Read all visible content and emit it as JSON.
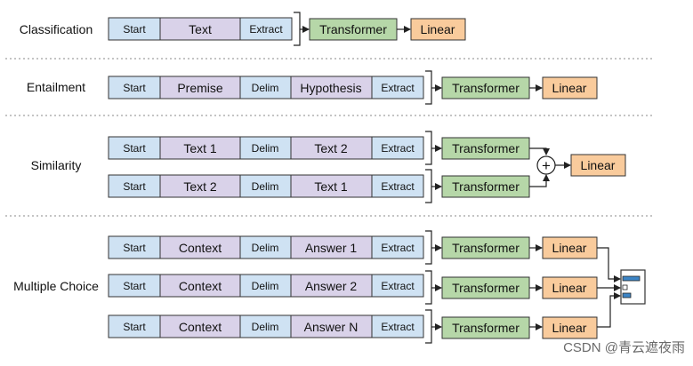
{
  "colors": {
    "segment_light": "#cfe2f3",
    "segment_mid": "#d9d2e9",
    "transformer": "#b6d7a8",
    "linear": "#f9cb9c",
    "outline": "#333333",
    "divider": "#888888",
    "bar_accent": "#3d85c6",
    "watermark": "#6a6a6a"
  },
  "tasks": {
    "classification": {
      "label": "Classification",
      "inputs": [
        [
          "Start",
          "Text",
          "Extract"
        ]
      ],
      "transformer": "Transformer",
      "linear": "Linear"
    },
    "entailment": {
      "label": "Entailment",
      "inputs": [
        [
          "Start",
          "Premise",
          "Delim",
          "Hypothesis",
          "Extract"
        ]
      ],
      "transformer": "Transformer",
      "linear": "Linear"
    },
    "similarity": {
      "label": "Similarity",
      "inputs": [
        [
          "Start",
          "Text 1",
          "Delim",
          "Text 2",
          "Extract"
        ],
        [
          "Start",
          "Text 2",
          "Delim",
          "Text 1",
          "Extract"
        ]
      ],
      "transformer": "Transformer",
      "combine_symbol": "+",
      "linear": "Linear"
    },
    "multiple_choice": {
      "label": "Multiple Choice",
      "inputs": [
        [
          "Start",
          "Context",
          "Delim",
          "Answer 1",
          "Extract"
        ],
        [
          "Start",
          "Context",
          "Delim",
          "Answer 2",
          "Extract"
        ],
        [
          "Start",
          "Context",
          "Delim",
          "Answer N",
          "Extract"
        ]
      ],
      "transformer": "Transformer",
      "linear": "Linear",
      "output_icon": "softmax-bars-icon"
    }
  },
  "watermark": "CSDN @青云遮夜雨"
}
